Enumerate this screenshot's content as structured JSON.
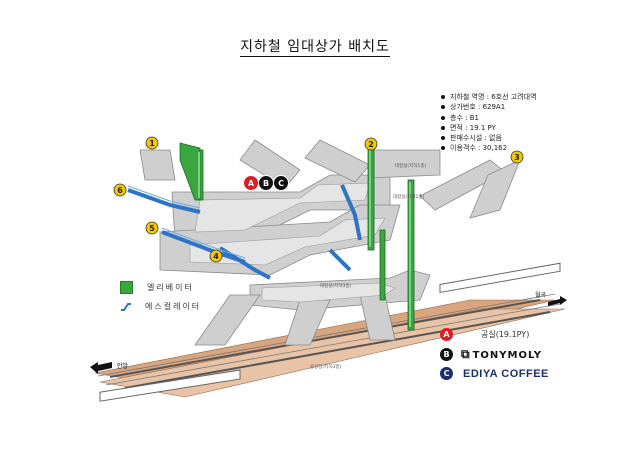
{
  "title": "지하철 임대상가 배치도",
  "info": [
    "지하철 역명 : 6호선 고려대역",
    "상가번호 : 629A1",
    "층수 : B1",
    "면적 : 19.1 PY",
    "판매수시설 : 없음",
    "이용객수 : 30,162"
  ],
  "exits": [
    "1",
    "2",
    "3",
    "4",
    "5",
    "6"
  ],
  "store_badges": [
    "A",
    "B",
    "C"
  ],
  "legend": {
    "elevator_label": "엘리베이터",
    "escalator_label": "에스컬레이터"
  },
  "stores": {
    "a": {
      "letter": "A",
      "label": "공실(19.1PY)"
    },
    "b": {
      "letter": "B",
      "label": "TONYMOLY",
      "mark": "⧉"
    },
    "c": {
      "letter": "C",
      "label": "EDIYA COFFEE"
    }
  },
  "directions": {
    "left": "안암",
    "right": "월곡"
  },
  "small_labels": {
    "top_room": "대합실(지하1층)",
    "upper_room": "대합실(지하2층)",
    "mid_room": "대합실(지하3층)",
    "platform": "승강장(지하3층)"
  },
  "colors": {
    "elevator": "#3aa63f",
    "escalator": "#2d74c4",
    "exit_badge": "#f2c800",
    "store_a": "#e01b24",
    "store_b": "#111111",
    "store_c": "#1b2f6e",
    "track": "#d9a57f"
  }
}
